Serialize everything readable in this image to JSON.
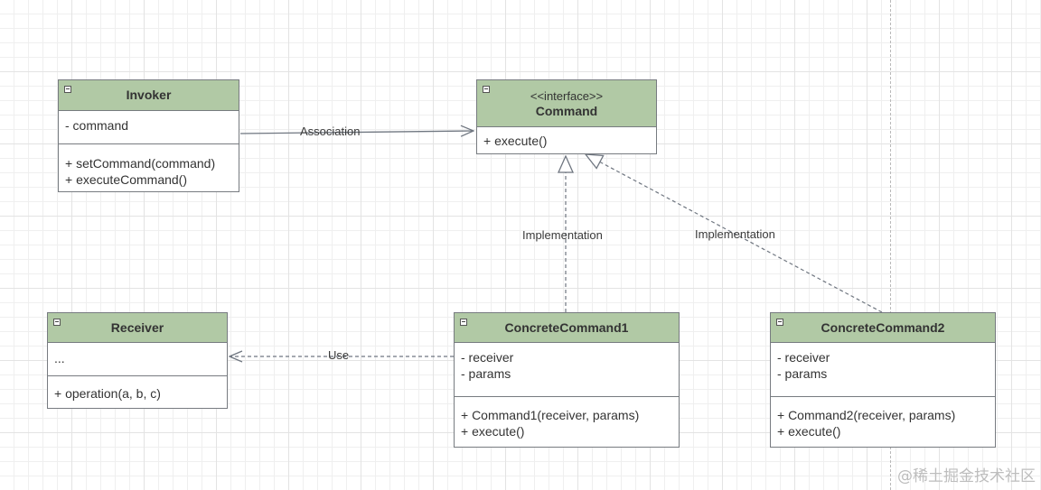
{
  "classes": {
    "invoker": {
      "name": "Invoker",
      "attributes": [
        "- command"
      ],
      "methods": [
        "+ setCommand(command)",
        "+ executeCommand()"
      ]
    },
    "command": {
      "stereotype": "<<interface>>",
      "name": "Command",
      "methods": [
        "+ execute()"
      ]
    },
    "receiver": {
      "name": "Receiver",
      "attributes": [
        "..."
      ],
      "methods": [
        "+ operation(a, b, c)"
      ]
    },
    "concrete1": {
      "name": "ConcreteCommand1",
      "attributes": [
        "- receiver",
        "- params"
      ],
      "methods": [
        "+ Command1(receiver, params)",
        "+ execute()"
      ]
    },
    "concrete2": {
      "name": "ConcreteCommand2",
      "attributes": [
        "- receiver",
        "- params"
      ],
      "methods": [
        "+ Command2(receiver, params)",
        "+ execute()"
      ]
    }
  },
  "edges": {
    "association": "Association",
    "implementation1": "Implementation",
    "implementation2": "Implementation",
    "use": "Use"
  },
  "colors": {
    "header": "#b1c9a5",
    "border": "#777b80",
    "edge": "#6f7680"
  },
  "watermark": "@稀土掘金技术社区"
}
